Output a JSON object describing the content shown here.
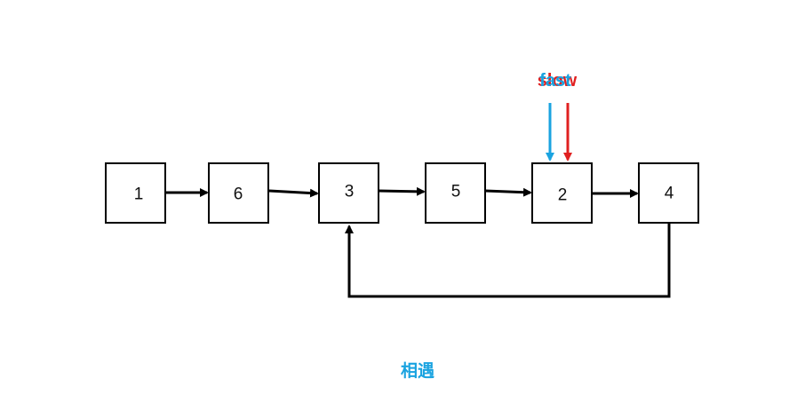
{
  "nodes": [
    {
      "id": "n1",
      "label": "1"
    },
    {
      "id": "n6",
      "label": "6"
    },
    {
      "id": "n3",
      "label": "3"
    },
    {
      "id": "n5",
      "label": "5"
    },
    {
      "id": "n2",
      "label": "2"
    },
    {
      "id": "n4",
      "label": "4"
    }
  ],
  "edges": [
    {
      "from": "1",
      "to": "6"
    },
    {
      "from": "6",
      "to": "3"
    },
    {
      "from": "3",
      "to": "5"
    },
    {
      "from": "5",
      "to": "2"
    },
    {
      "from": "2",
      "to": "4"
    },
    {
      "from": "4",
      "to": "3"
    }
  ],
  "pointers": {
    "fast": {
      "label": "fast",
      "color": "#1aa3e0",
      "target": "2"
    },
    "slow": {
      "label": "slow",
      "color": "#e02020",
      "target": "2"
    }
  },
  "caption": {
    "text": "相遇",
    "color": "#1aa3e0"
  }
}
